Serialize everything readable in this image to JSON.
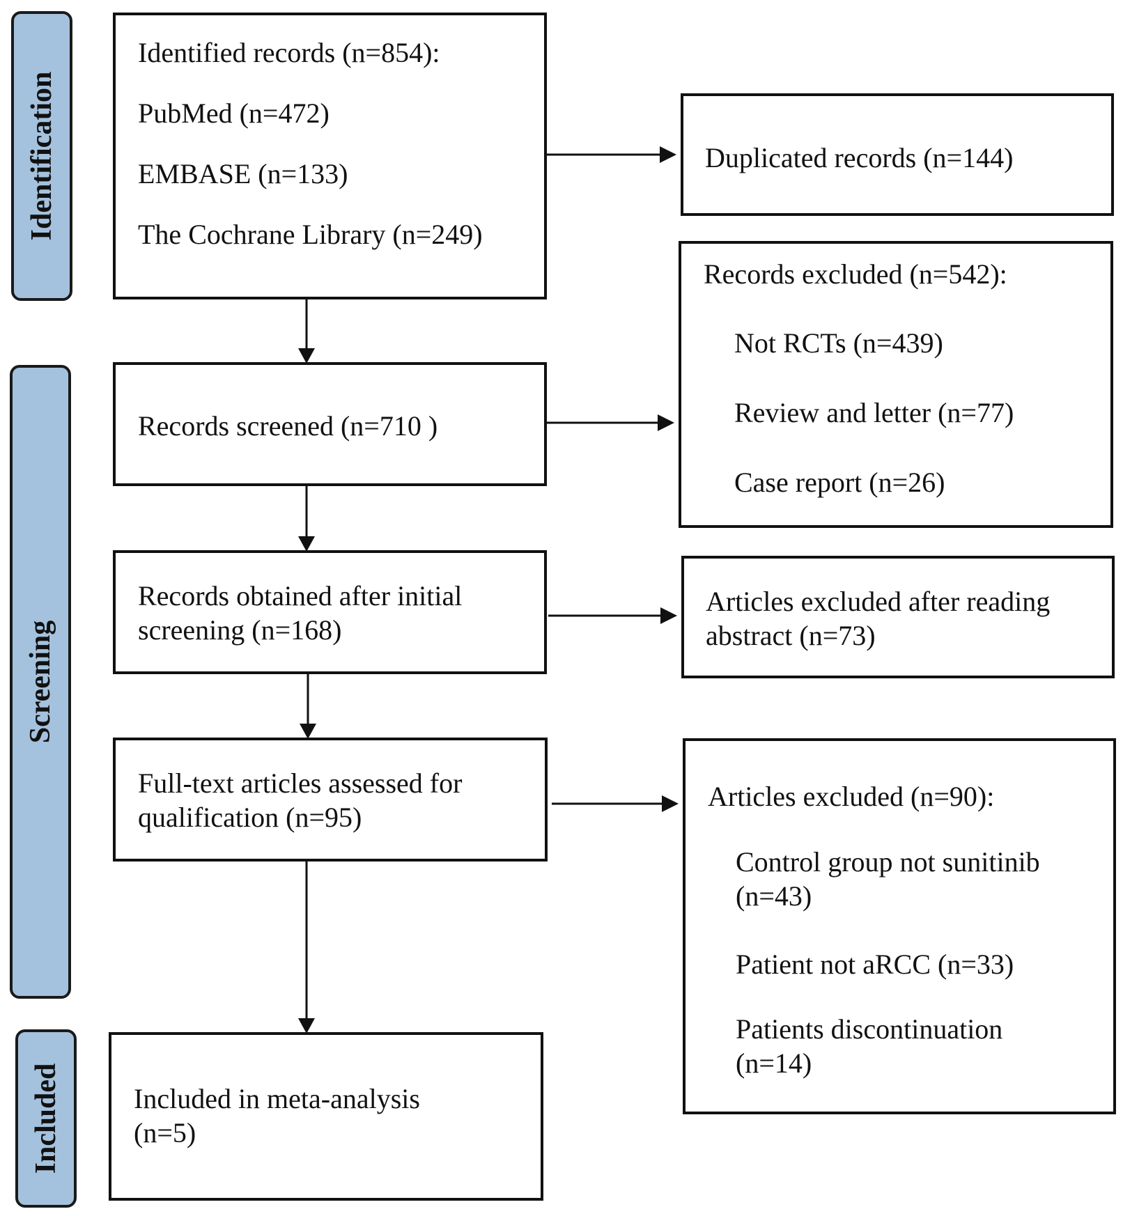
{
  "stages": {
    "identification": "Identification",
    "screening": "Screening",
    "included": "Included"
  },
  "identified": {
    "title": "Identified records (n=854):",
    "pubmed": "PubMed (n=472)",
    "embase": "EMBASE (n=133)",
    "cochrane": "The Cochrane Library (n=249)"
  },
  "duplicated": "Duplicated records (n=144)",
  "screened": "Records screened (n=710 )",
  "excluded1": {
    "title": "Records excluded (n=542):",
    "not_rcts": "Not RCTs (n=439)",
    "review": "Review and letter (n=77)",
    "case": "Case report (n=26)"
  },
  "obtained": "Records obtained after initial screening (n=168)",
  "excluded_abstract": "Articles excluded after reading abstract (n=73)",
  "fulltext": "Full-text articles assessed for qualification (n=95)",
  "excluded2": {
    "title": "Articles excluded (n=90):",
    "control": "Control group not sunitinib (n=43)",
    "patient": "Patient not aRCC (n=33)",
    "discont": "Patients discontinuation (n=14)"
  },
  "included": "Included in meta-analysis (n=5)",
  "colors": {
    "stage_fill": "#a4c2de",
    "stroke": "#111111"
  }
}
